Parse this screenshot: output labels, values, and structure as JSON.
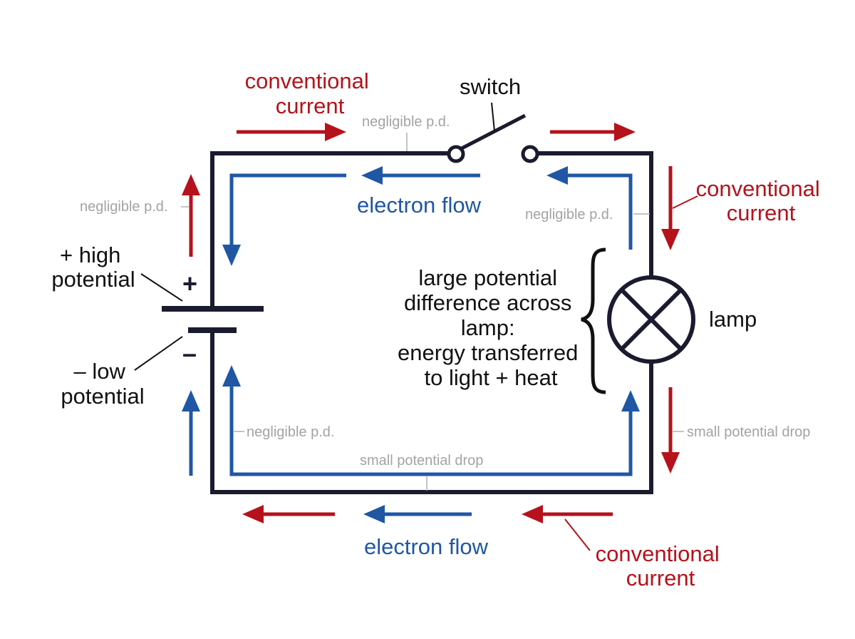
{
  "labels": {
    "conventional_current_top_line1": "conventional",
    "conventional_current_top_line2": "current",
    "conventional_current_right_line1": "conventional",
    "conventional_current_right_line2": "current",
    "conventional_current_bottom_line1": "conventional",
    "conventional_current_bottom_line2": "current",
    "switch": "switch",
    "electron_flow_top": "electron flow",
    "electron_flow_bottom": "electron flow",
    "high_potential_line1": "+ high",
    "high_potential_line2": "potential",
    "low_potential_line1": "– low",
    "low_potential_line2": "potential",
    "plus_sign": "+",
    "minus_sign": "–",
    "lamp": "lamp",
    "large_pd_lines": [
      "large potential",
      "difference across",
      "lamp:",
      "energy transferred",
      "to light + heat"
    ],
    "negligible_pd_top": "negligible p.d.",
    "negligible_pd_left": "negligible p.d.",
    "negligible_pd_right": "negligible p.d.",
    "negligible_pd_bottom_left": "negligible p.d.",
    "small_potential_drop_bottom": "small potential drop",
    "small_potential_drop_right": "small potential drop"
  },
  "colors": {
    "conventional_current": "#b5121b",
    "electron_flow": "#1f57a4",
    "wire": "#1b1b2f",
    "annotation_grey": "#a3a3a3"
  },
  "components": {
    "battery_symbol": "cell",
    "switch_state": "open",
    "lamp_symbol": "lamp-cross"
  }
}
